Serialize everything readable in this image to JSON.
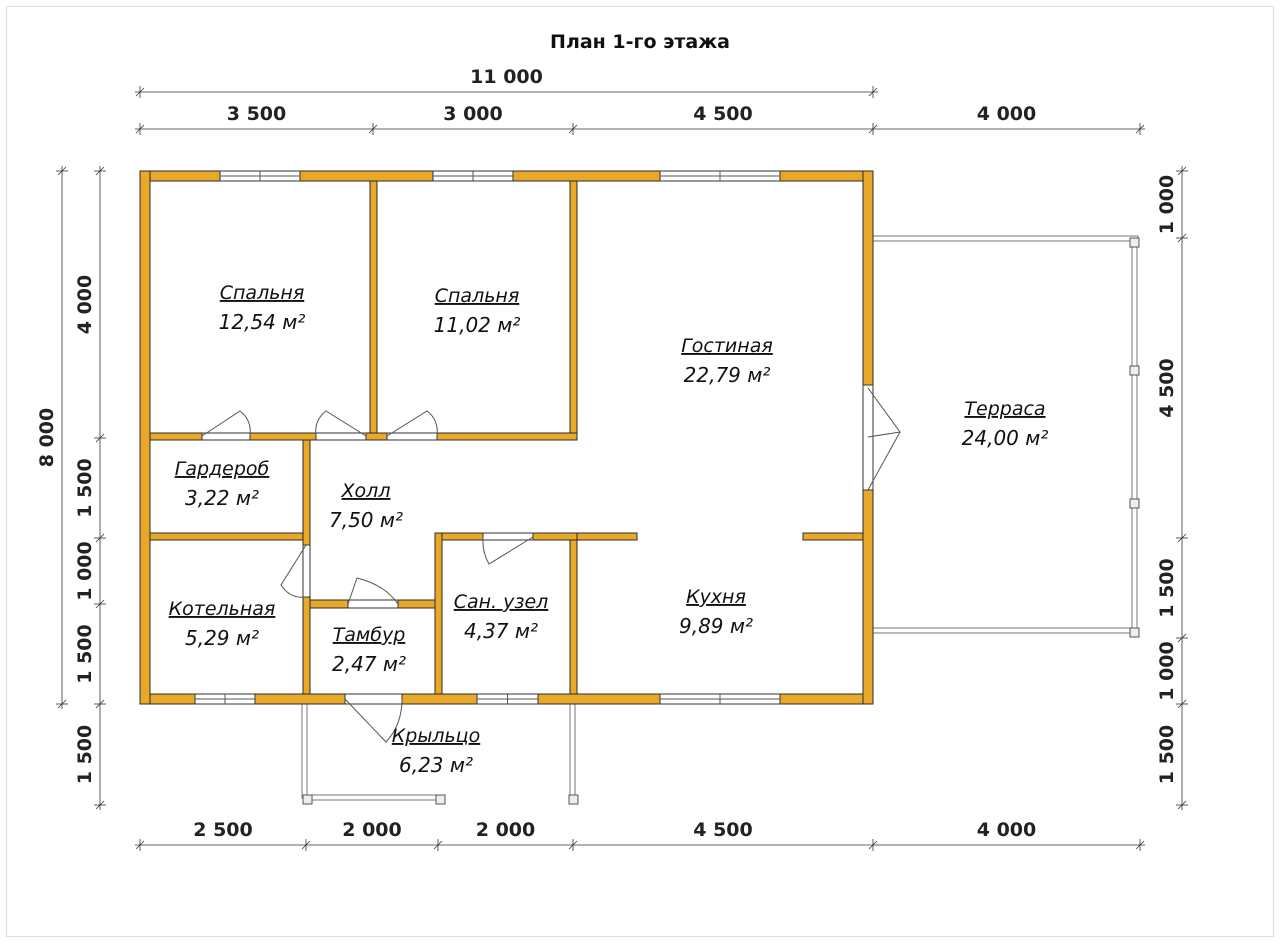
{
  "title": "План 1-го этажа",
  "dims": {
    "top_total": "11 000",
    "top": [
      "3 500",
      "3 000",
      "4 500",
      "4 000"
    ],
    "bottom": [
      "2 500",
      "2 000",
      "2 000",
      "4 500",
      "4 000"
    ],
    "left_total": "8 000",
    "left": [
      "4 000",
      "1 500",
      "1 000",
      "1 500",
      "1 500"
    ],
    "right": [
      "1 000",
      "4 500",
      "1 500",
      "1 000",
      "1 500"
    ]
  },
  "rooms": [
    {
      "name": "Спальня",
      "area": "12,54 м²"
    },
    {
      "name": "Спальня",
      "area": "11,02 м²"
    },
    {
      "name": "Гостиная",
      "area": "22,79 м²"
    },
    {
      "name": "Терраса",
      "area": "24,00 м²"
    },
    {
      "name": "Гардероб",
      "area": "3,22 м²"
    },
    {
      "name": "Холл",
      "area": "7,50 м²"
    },
    {
      "name": "Котельная",
      "area": "5,29 м²"
    },
    {
      "name": "Тамбур",
      "area": "2,47 м²"
    },
    {
      "name": "Сан. узел",
      "area": "4,37 м²"
    },
    {
      "name": "Кухня",
      "area": "9,89 м²"
    },
    {
      "name": "Крыльцо",
      "area": "6,23 м²"
    }
  ],
  "colors": {
    "wall": "#e8a92a"
  }
}
